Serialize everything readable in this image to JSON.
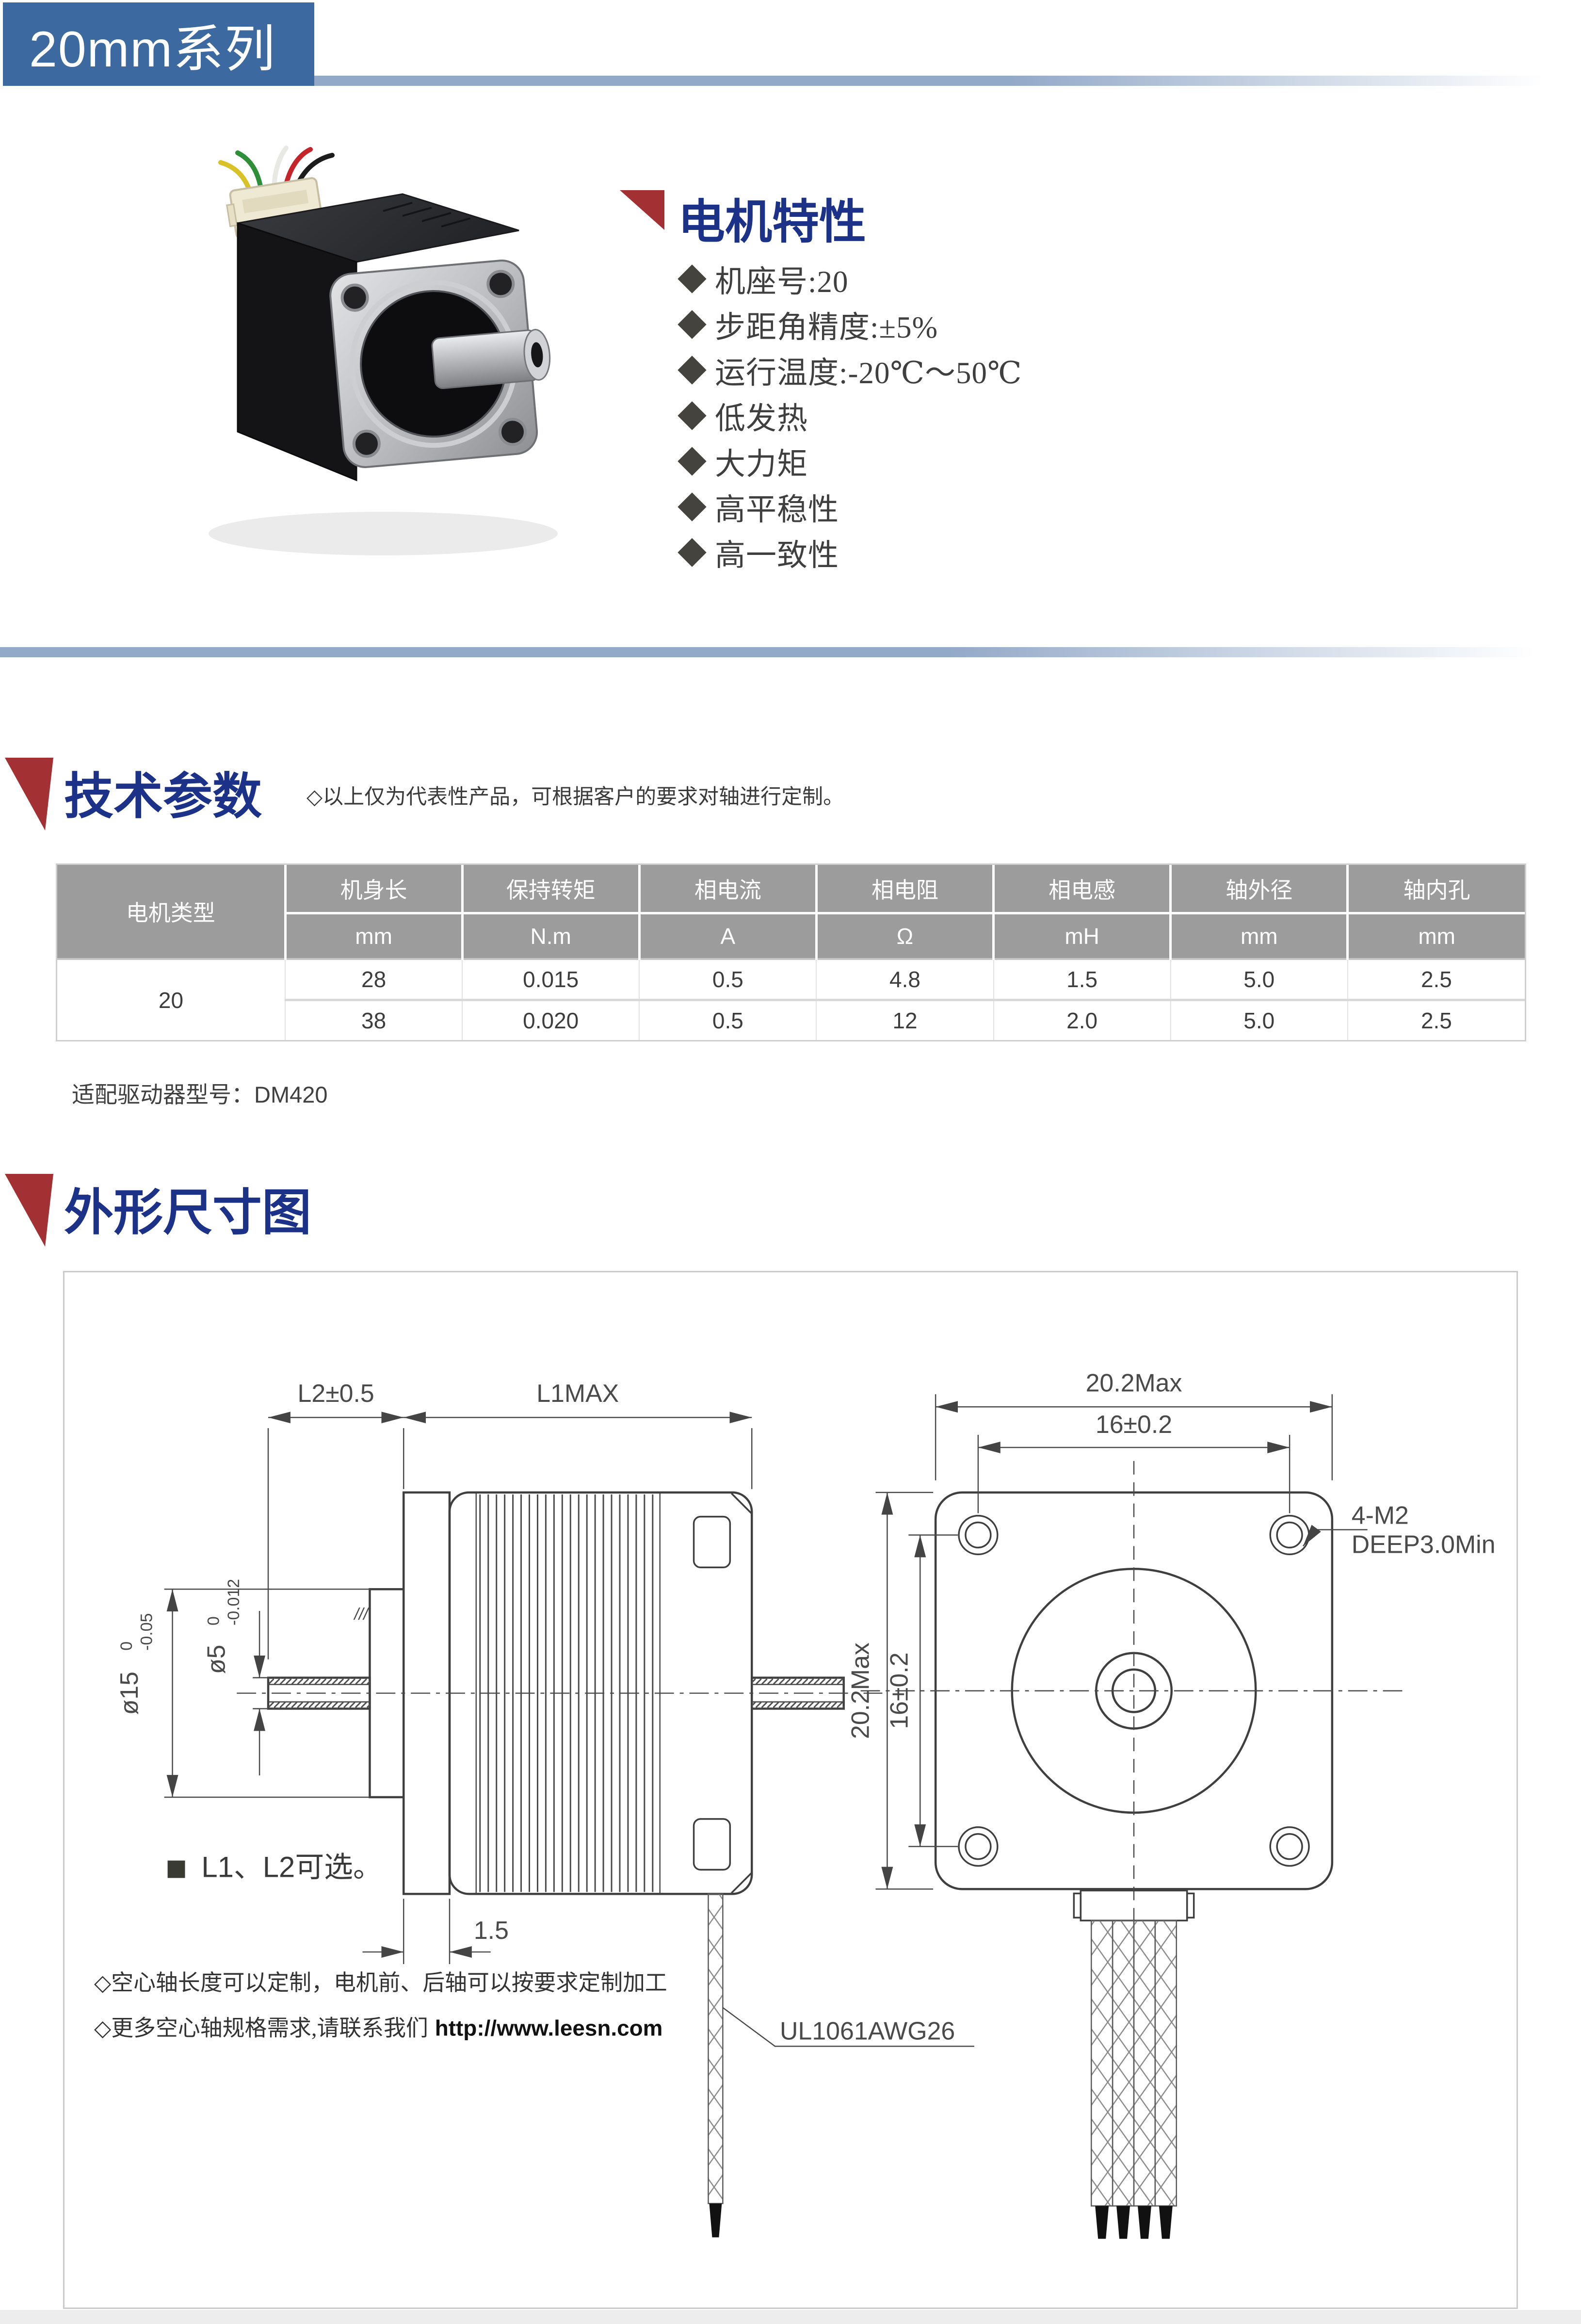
{
  "page": {
    "series_title": "20mm系列"
  },
  "features": {
    "title": "电机特性",
    "items": [
      "机座号:20",
      "步距角精度:±5%",
      "运行温度:-20℃～50℃",
      "低发热",
      "大力矩",
      "高平稳性",
      "高一致性"
    ]
  },
  "specs": {
    "title": "技术参数",
    "note": "◇以上仅为代表性产品，可根据客户的要求对轴进行定制。",
    "table": {
      "col1_header": "电机类型",
      "columns": [
        "机身长",
        "保持转矩",
        "相电流",
        "相电阻",
        "相电感",
        "轴外径",
        "轴内孔"
      ],
      "units": [
        "mm",
        "N.m",
        "A",
        "Ω",
        "mH",
        "mm",
        "mm"
      ],
      "motor_type": "20",
      "rows": [
        [
          "28",
          "0.015",
          "0.5",
          "4.8",
          "1.5",
          "5.0",
          "2.5"
        ],
        [
          "38",
          "0.020",
          "0.5",
          "12",
          "2.0",
          "5.0",
          "2.5"
        ]
      ]
    },
    "driver_note": "适配驱动器型号：DM420"
  },
  "dimensions": {
    "title": "外形尺寸图",
    "side_view": {
      "dim_l2": "L2±0.5",
      "dim_l1": "L1MAX",
      "dia15_main": "ø15",
      "dia15_upper": "0",
      "dia15_lower": "-0.05",
      "dia5_main": "ø5",
      "dia5_upper": "0",
      "dia5_lower": "-0.012",
      "plate_thickness": "1.5",
      "roughness": "///",
      "option_note": "L1、L2可选。",
      "wire_label": "UL1061AWG26"
    },
    "front_view": {
      "dim_width_max": "20.2Max",
      "dim_hole_spacing_h": "16±0.2",
      "dim_height_max": "20.2Max",
      "dim_hole_spacing_v": "16±0.2",
      "screw_label_line1": "4-M2",
      "screw_label_line2": "DEEP3.0Min"
    },
    "notes": [
      "◇空心轴长度可以定制，电机前、后轴可以按要求定制加工",
      "◇更多空心轴规格需求,请联系我们"
    ],
    "notes_link": "http://www.leesn.com"
  }
}
